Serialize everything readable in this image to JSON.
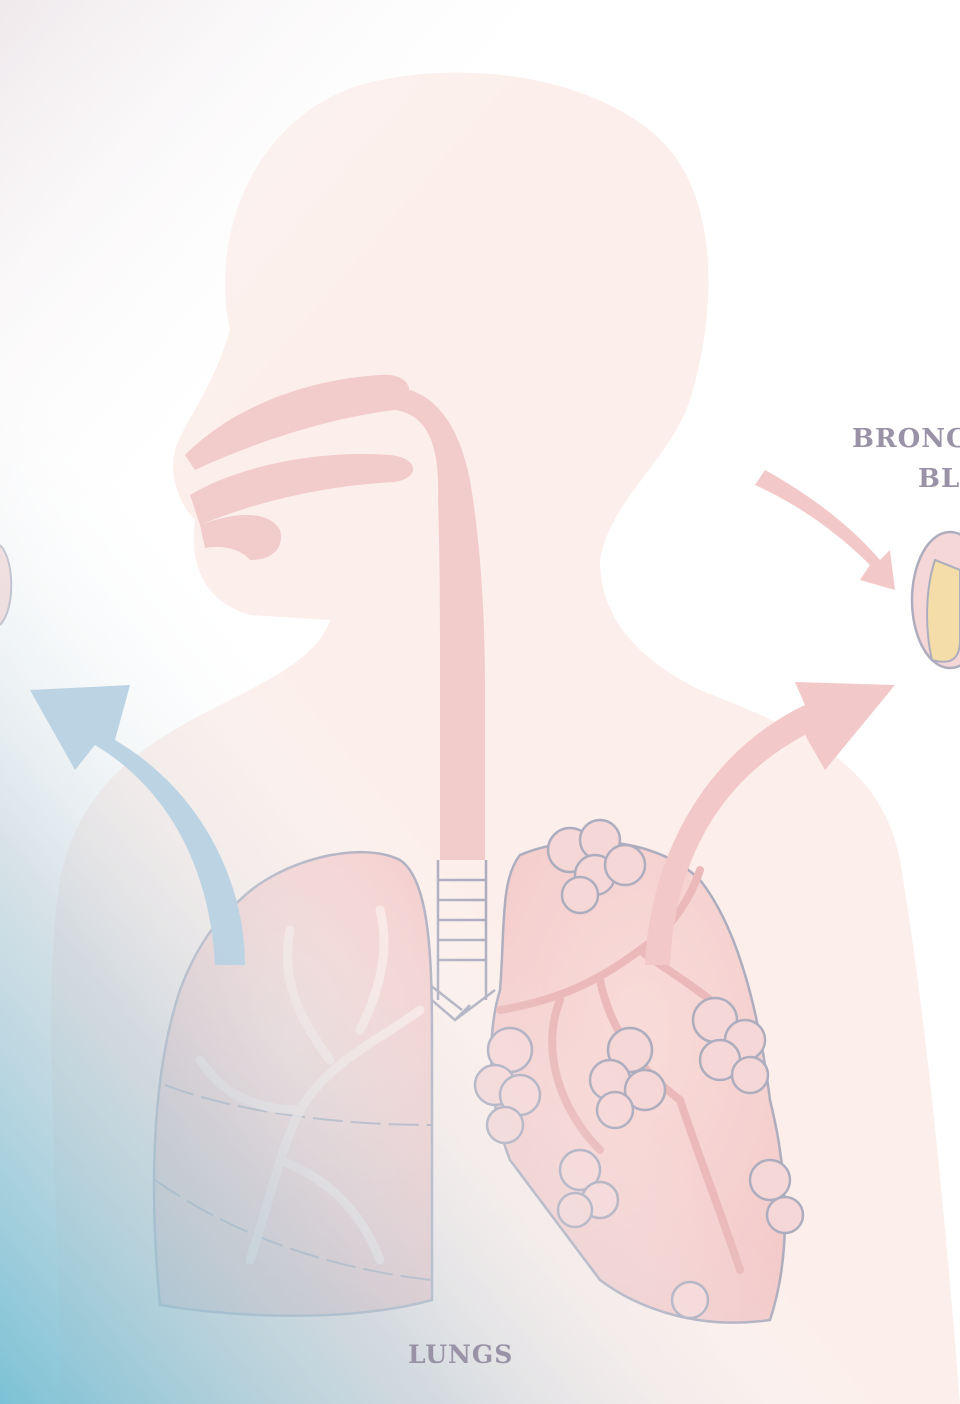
{
  "labels": {
    "bronc_line1": "BRONC",
    "bronc_line2": "BL",
    "lungs": "LUNGS"
  },
  "colors": {
    "label_text": "#9a92a6",
    "body_silhouette": "#fbe9e4",
    "airway": "#eeb7b7",
    "lung": "#f2c3c3",
    "lung_outline": "#8e8ea6",
    "arrow_blue": "#8fb8d6",
    "arrow_pink": "#efb3b3",
    "mucus": "#f1d08a",
    "gradient_teal": "#3fa6c3"
  }
}
